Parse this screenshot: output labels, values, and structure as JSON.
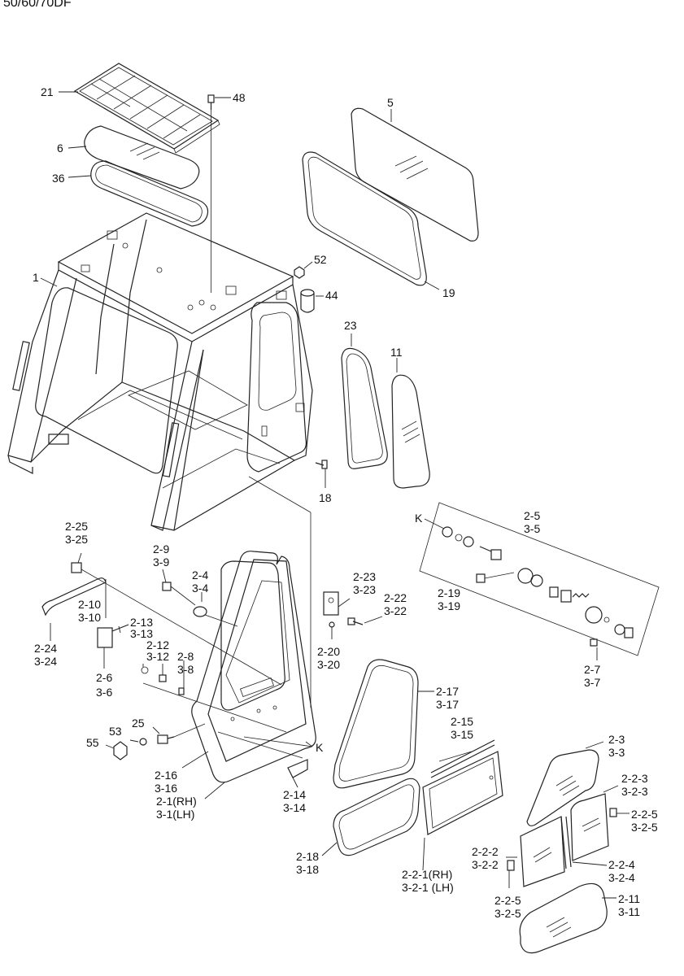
{
  "header": {
    "model": "50/60/70DF"
  },
  "callouts": [
    {
      "id": "c21",
      "text": "21"
    },
    {
      "id": "c48",
      "text": "48"
    },
    {
      "id": "c6",
      "text": "6"
    },
    {
      "id": "c36",
      "text": "36"
    },
    {
      "id": "c5",
      "text": "5"
    },
    {
      "id": "c1",
      "text": "1"
    },
    {
      "id": "c52",
      "text": "52"
    },
    {
      "id": "c44",
      "text": "44"
    },
    {
      "id": "c19",
      "text": "19"
    },
    {
      "id": "c23",
      "text": "23"
    },
    {
      "id": "c11",
      "text": "11"
    },
    {
      "id": "c18",
      "text": "18"
    },
    {
      "id": "cK1",
      "text": "K"
    },
    {
      "id": "c25a",
      "text": "2-5"
    },
    {
      "id": "c25b",
      "text": "3-5"
    },
    {
      "id": "c2_25a",
      "text": "2-25"
    },
    {
      "id": "c2_25b",
      "text": "3-25"
    },
    {
      "id": "c29a",
      "text": "2-9"
    },
    {
      "id": "c29b",
      "text": "3-9"
    },
    {
      "id": "c24a",
      "text": "2-4"
    },
    {
      "id": "c24b",
      "text": "3-4"
    },
    {
      "id": "c223a",
      "text": "2-23"
    },
    {
      "id": "c223b",
      "text": "3-23"
    },
    {
      "id": "c222a",
      "text": "2-22"
    },
    {
      "id": "c222b",
      "text": "3-22"
    },
    {
      "id": "c219a",
      "text": "2-19"
    },
    {
      "id": "c219b",
      "text": "3-19"
    },
    {
      "id": "c210a",
      "text": "2-10"
    },
    {
      "id": "c210b",
      "text": "3-10"
    },
    {
      "id": "c213a",
      "text": "2-13"
    },
    {
      "id": "c213b",
      "text": "3-13"
    },
    {
      "id": "c212a",
      "text": "2-12"
    },
    {
      "id": "c212b",
      "text": "3-12"
    },
    {
      "id": "c28a",
      "text": "2-8"
    },
    {
      "id": "c28b",
      "text": "3-8"
    },
    {
      "id": "c220a",
      "text": "2-20"
    },
    {
      "id": "c220b",
      "text": "3-20"
    },
    {
      "id": "c224a",
      "text": "2-24"
    },
    {
      "id": "c224b",
      "text": "3-24"
    },
    {
      "id": "c27a",
      "text": "2-7"
    },
    {
      "id": "c27b",
      "text": "3-7"
    },
    {
      "id": "c26a",
      "text": "2-6"
    },
    {
      "id": "c26b",
      "text": "3-6"
    },
    {
      "id": "c217a",
      "text": "2-17"
    },
    {
      "id": "c217b",
      "text": "3-17"
    },
    {
      "id": "c53",
      "text": "53"
    },
    {
      "id": "c25n",
      "text": "25"
    },
    {
      "id": "c55",
      "text": "55"
    },
    {
      "id": "c215a",
      "text": "2-15"
    },
    {
      "id": "c215b",
      "text": "3-15"
    },
    {
      "id": "cK2",
      "text": "K"
    },
    {
      "id": "c23a",
      "text": "2-3"
    },
    {
      "id": "c23b",
      "text": "3-3"
    },
    {
      "id": "c216a",
      "text": "2-16"
    },
    {
      "id": "c216b",
      "text": "3-16"
    },
    {
      "id": "c214a",
      "text": "2-14"
    },
    {
      "id": "c214b",
      "text": "3-14"
    },
    {
      "id": "c21a",
      "text": "2-1(RH)"
    },
    {
      "id": "c21b",
      "text": "3-1(LH)"
    },
    {
      "id": "c223xa",
      "text": "2-2-3"
    },
    {
      "id": "c223xb",
      "text": "3-2-3"
    },
    {
      "id": "c225xa",
      "text": "2-2-5"
    },
    {
      "id": "c225xb",
      "text": "3-2-5"
    },
    {
      "id": "c222xa",
      "text": "2-2-2"
    },
    {
      "id": "c222xb",
      "text": "3-2-2"
    },
    {
      "id": "c224xa",
      "text": "2-2-4"
    },
    {
      "id": "c224xb",
      "text": "3-2-4"
    },
    {
      "id": "c218a",
      "text": "2-18"
    },
    {
      "id": "c218b",
      "text": "3-18"
    },
    {
      "id": "c221xa",
      "text": "2-2-1(RH)"
    },
    {
      "id": "c221xb",
      "text": "3-2-1 (LH)"
    },
    {
      "id": "c225ya",
      "text": "2-2-5"
    },
    {
      "id": "c225yb",
      "text": "3-2-5"
    },
    {
      "id": "c211a",
      "text": "2-11"
    },
    {
      "id": "c211b",
      "text": "3-11"
    }
  ]
}
